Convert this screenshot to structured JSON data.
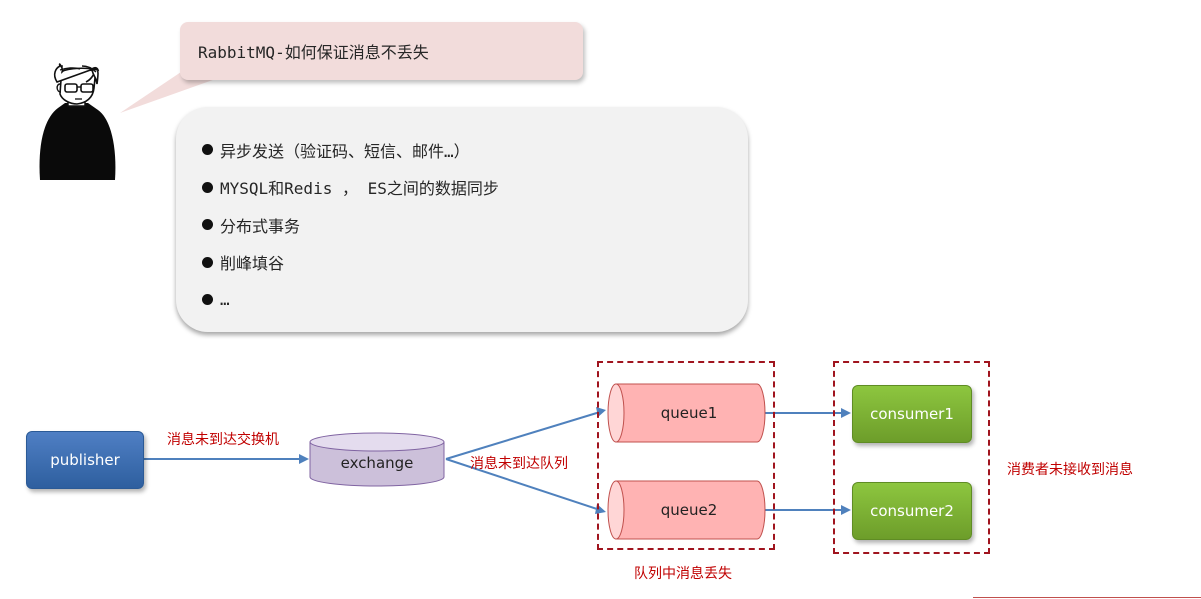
{
  "bubble": {
    "title": "RabbitMQ-如何保证消息不丢失"
  },
  "panel": {
    "bullets": [
      "异步发送（验证码、短信、邮件…）",
      "MYSQL和Redis ， ES之间的数据同步",
      "分布式事务",
      "削峰填谷",
      "…"
    ]
  },
  "diagram": {
    "publisher": "publisher",
    "exchange": "exchange",
    "queues": [
      "queue1",
      "queue2"
    ],
    "consumers": [
      "consumer1",
      "consumer2"
    ],
    "labels": {
      "to_exchange": "消息未到达交换机",
      "to_queue": "消息未到达队列",
      "queue_loss": "队列中消息丢失",
      "consumer_miss": "消费者未接收到消息"
    }
  },
  "colors": {
    "bubble_fill": "#f2dcdb",
    "publisher_fill": "#3f6fb5",
    "exchange_fill": "#ccc0da",
    "queue_fill": "#ff9a9a",
    "consumer_fill": "#7fb23a",
    "arrow": "#4f81bd",
    "annotation": "#c00000"
  }
}
